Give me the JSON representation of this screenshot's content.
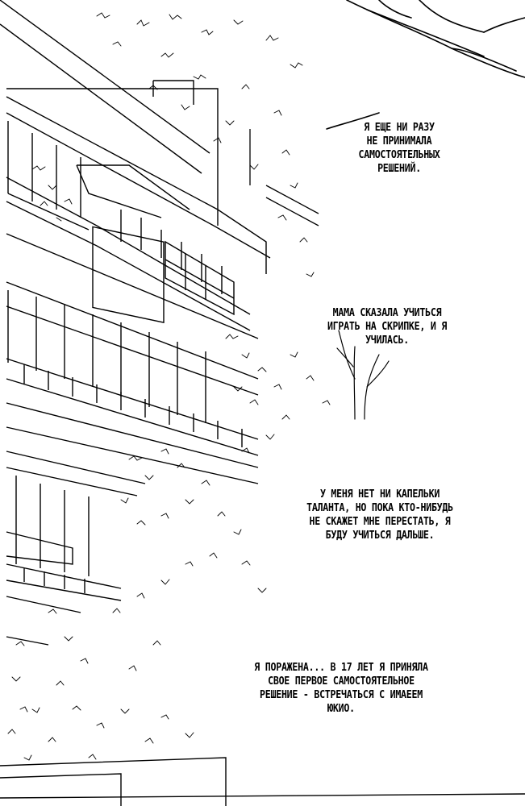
{
  "captions": [
    "Я ЕЩЕ НИ РАЗУ\nНЕ ПРИНИМАЛА\nСАМОСТОЯТЕЛЬНЫХ\nРЕШЕНИЙ.",
    "МАМА СКАЗАЛА УЧИТЬСЯ\nИГРАТЬ НА СКРИПКЕ, И Я\nУЧИЛАСЬ.",
    "У МЕНЯ НЕТ НИ КАПЕЛЬКИ\nТАЛАНТА, НО ПОКА КТО-НИБУДЬ\nНЕ СКАЖЕТ МНЕ ПЕРЕСТАТЬ, Я\nБУДУ УЧИТЬСЯ ДАЛЬШЕ.",
    "Я ПОРАЖЕНА... В 17 ЛЕТ Я ПРИНЯЛА\nСВОЕ ПЕРВОЕ САМОСТОЯТЕЛЬНОЕ\nРЕШЕНИЕ - ВСТРЕЧАТЬСЯ С ИМАЕЕМ\nЮКИО."
  ],
  "colors": {
    "ink": "#000000",
    "paper": "#ffffff"
  }
}
